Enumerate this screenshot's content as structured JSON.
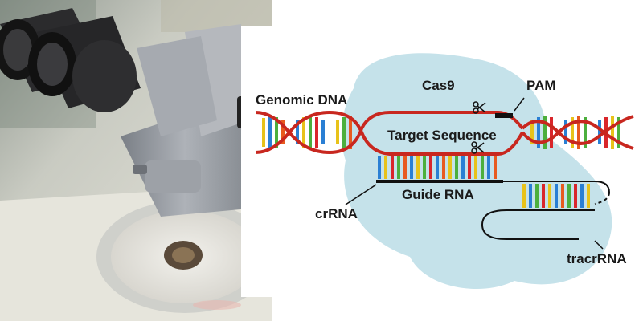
{
  "labels": {
    "genomic_dna": "Genomic DNA",
    "cas9": "Cas9",
    "pam": "PAM",
    "target_sequence": "Target Sequence",
    "guide_rna": "Guide RNA",
    "crrna": "crRNA",
    "tracrrna": "tracrRNA"
  },
  "colors": {
    "cas9_blob": "#c5e2ea",
    "backbone": "#c8271f",
    "base_pair_colors": [
      "#e8c21a",
      "#2a7fd4",
      "#4caf3d",
      "#e85a1f",
      "#d9262b"
    ],
    "guide_line": "#111111"
  },
  "icons": {
    "microscope_photo": "microscope-photo",
    "scissors_top": "scissors-icon",
    "scissors_bottom": "scissors-icon"
  }
}
